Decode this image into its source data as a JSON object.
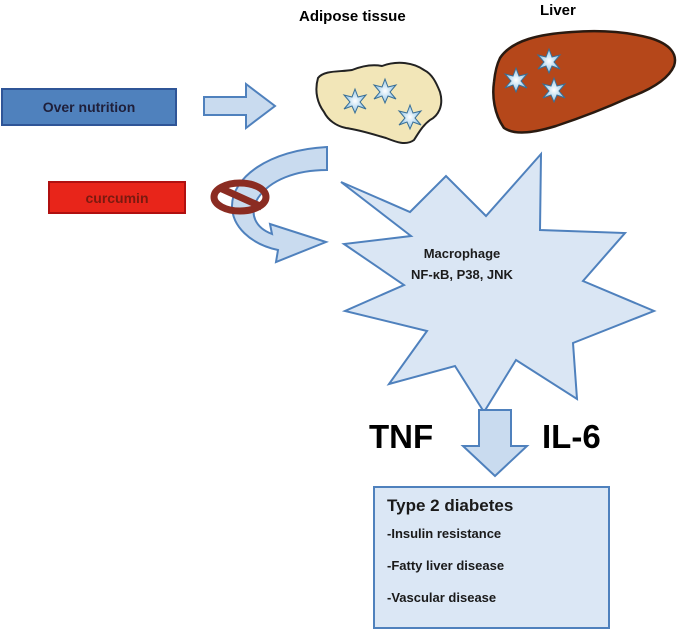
{
  "labels": {
    "adipose": "Adipose tissue",
    "liver": "Liver",
    "over_nutrition": "Over nutrition",
    "curcumin": "curcumin",
    "macrophage": "Macrophage",
    "signals": "NF-κB, P38, JNK",
    "tnf": "TNF",
    "il6": "IL-6"
  },
  "outcome": {
    "title": "Type 2 diabetes",
    "items": [
      "-Insulin resistance",
      "-Fatty liver disease",
      "-Vascular disease"
    ]
  },
  "icons": {
    "block": "prohibition-icon",
    "arrows": "block-arrow-icon",
    "cells": "macrophage-cell-icon"
  },
  "colors": {
    "over_nutrition_fill": "#4f81bd",
    "curcumin_fill": "#e8251a",
    "adipose_fill": "#f2e6b8",
    "liver_fill": "#b5471a",
    "macrophage_fill": "#dae6f4",
    "arrow_fill": "#c9dbef",
    "prohibition": "#8b2c22",
    "outcome_fill": "#dbe7f5"
  }
}
